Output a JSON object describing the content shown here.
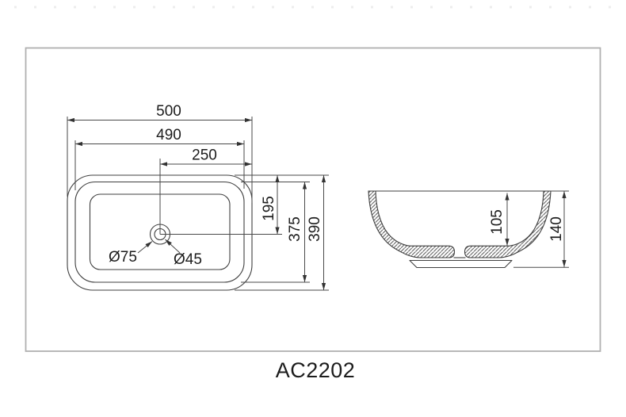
{
  "model_label": "AC2202",
  "top_view": {
    "width_outer": "500",
    "width_rim": "490",
    "center_to_right": "250",
    "top_to_drain": "195",
    "depth_rim": "375",
    "depth_outer": "390",
    "drain_outer_dia": "Ø75",
    "drain_inner_dia": "Ø45"
  },
  "side_view": {
    "inner_depth": "105",
    "total_height": "140"
  },
  "colors": {
    "line": "#3f3f3f",
    "dim_line": "#4a4a4a",
    "frame": "#b0b0b0",
    "text": "#1c1c1c"
  }
}
